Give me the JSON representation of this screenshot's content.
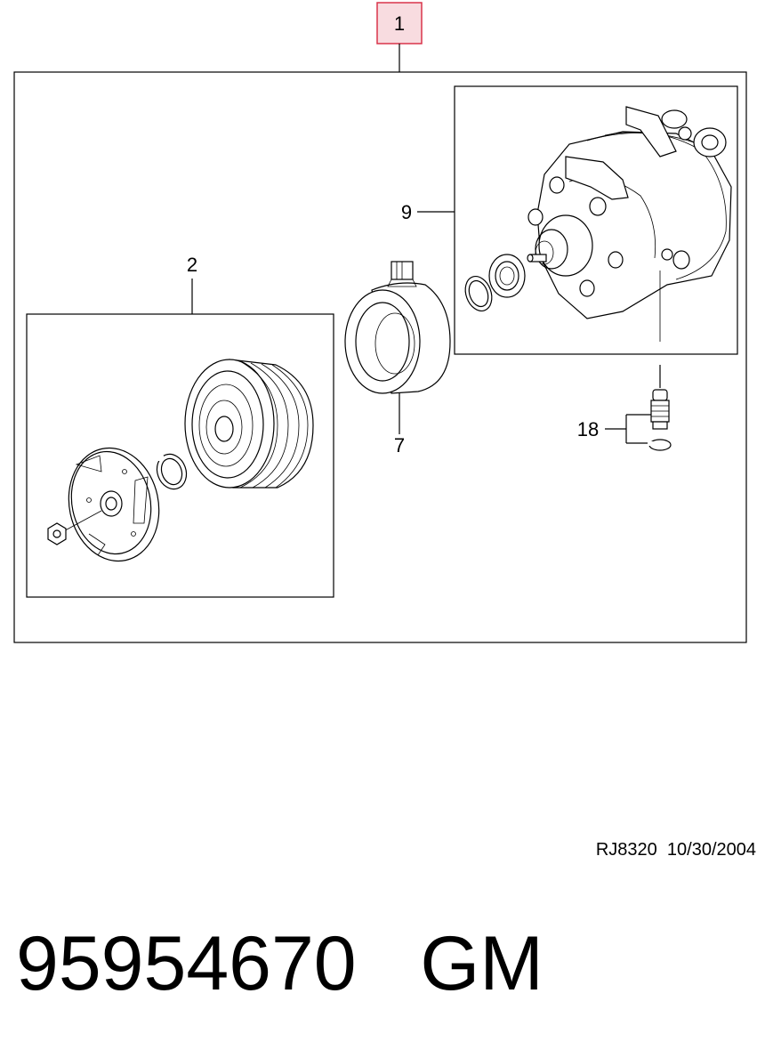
{
  "diagram": {
    "main_callout": "1",
    "highlight_color": "#f8dce0",
    "highlight_border": "#d9344a",
    "callouts": {
      "clutch_assembly": "2",
      "coil": "7",
      "compressor": "9",
      "valve": "18"
    }
  },
  "footer": {
    "reference": "RJ8320  10/30/2004",
    "part_number": "95954670",
    "brand": "GM"
  }
}
